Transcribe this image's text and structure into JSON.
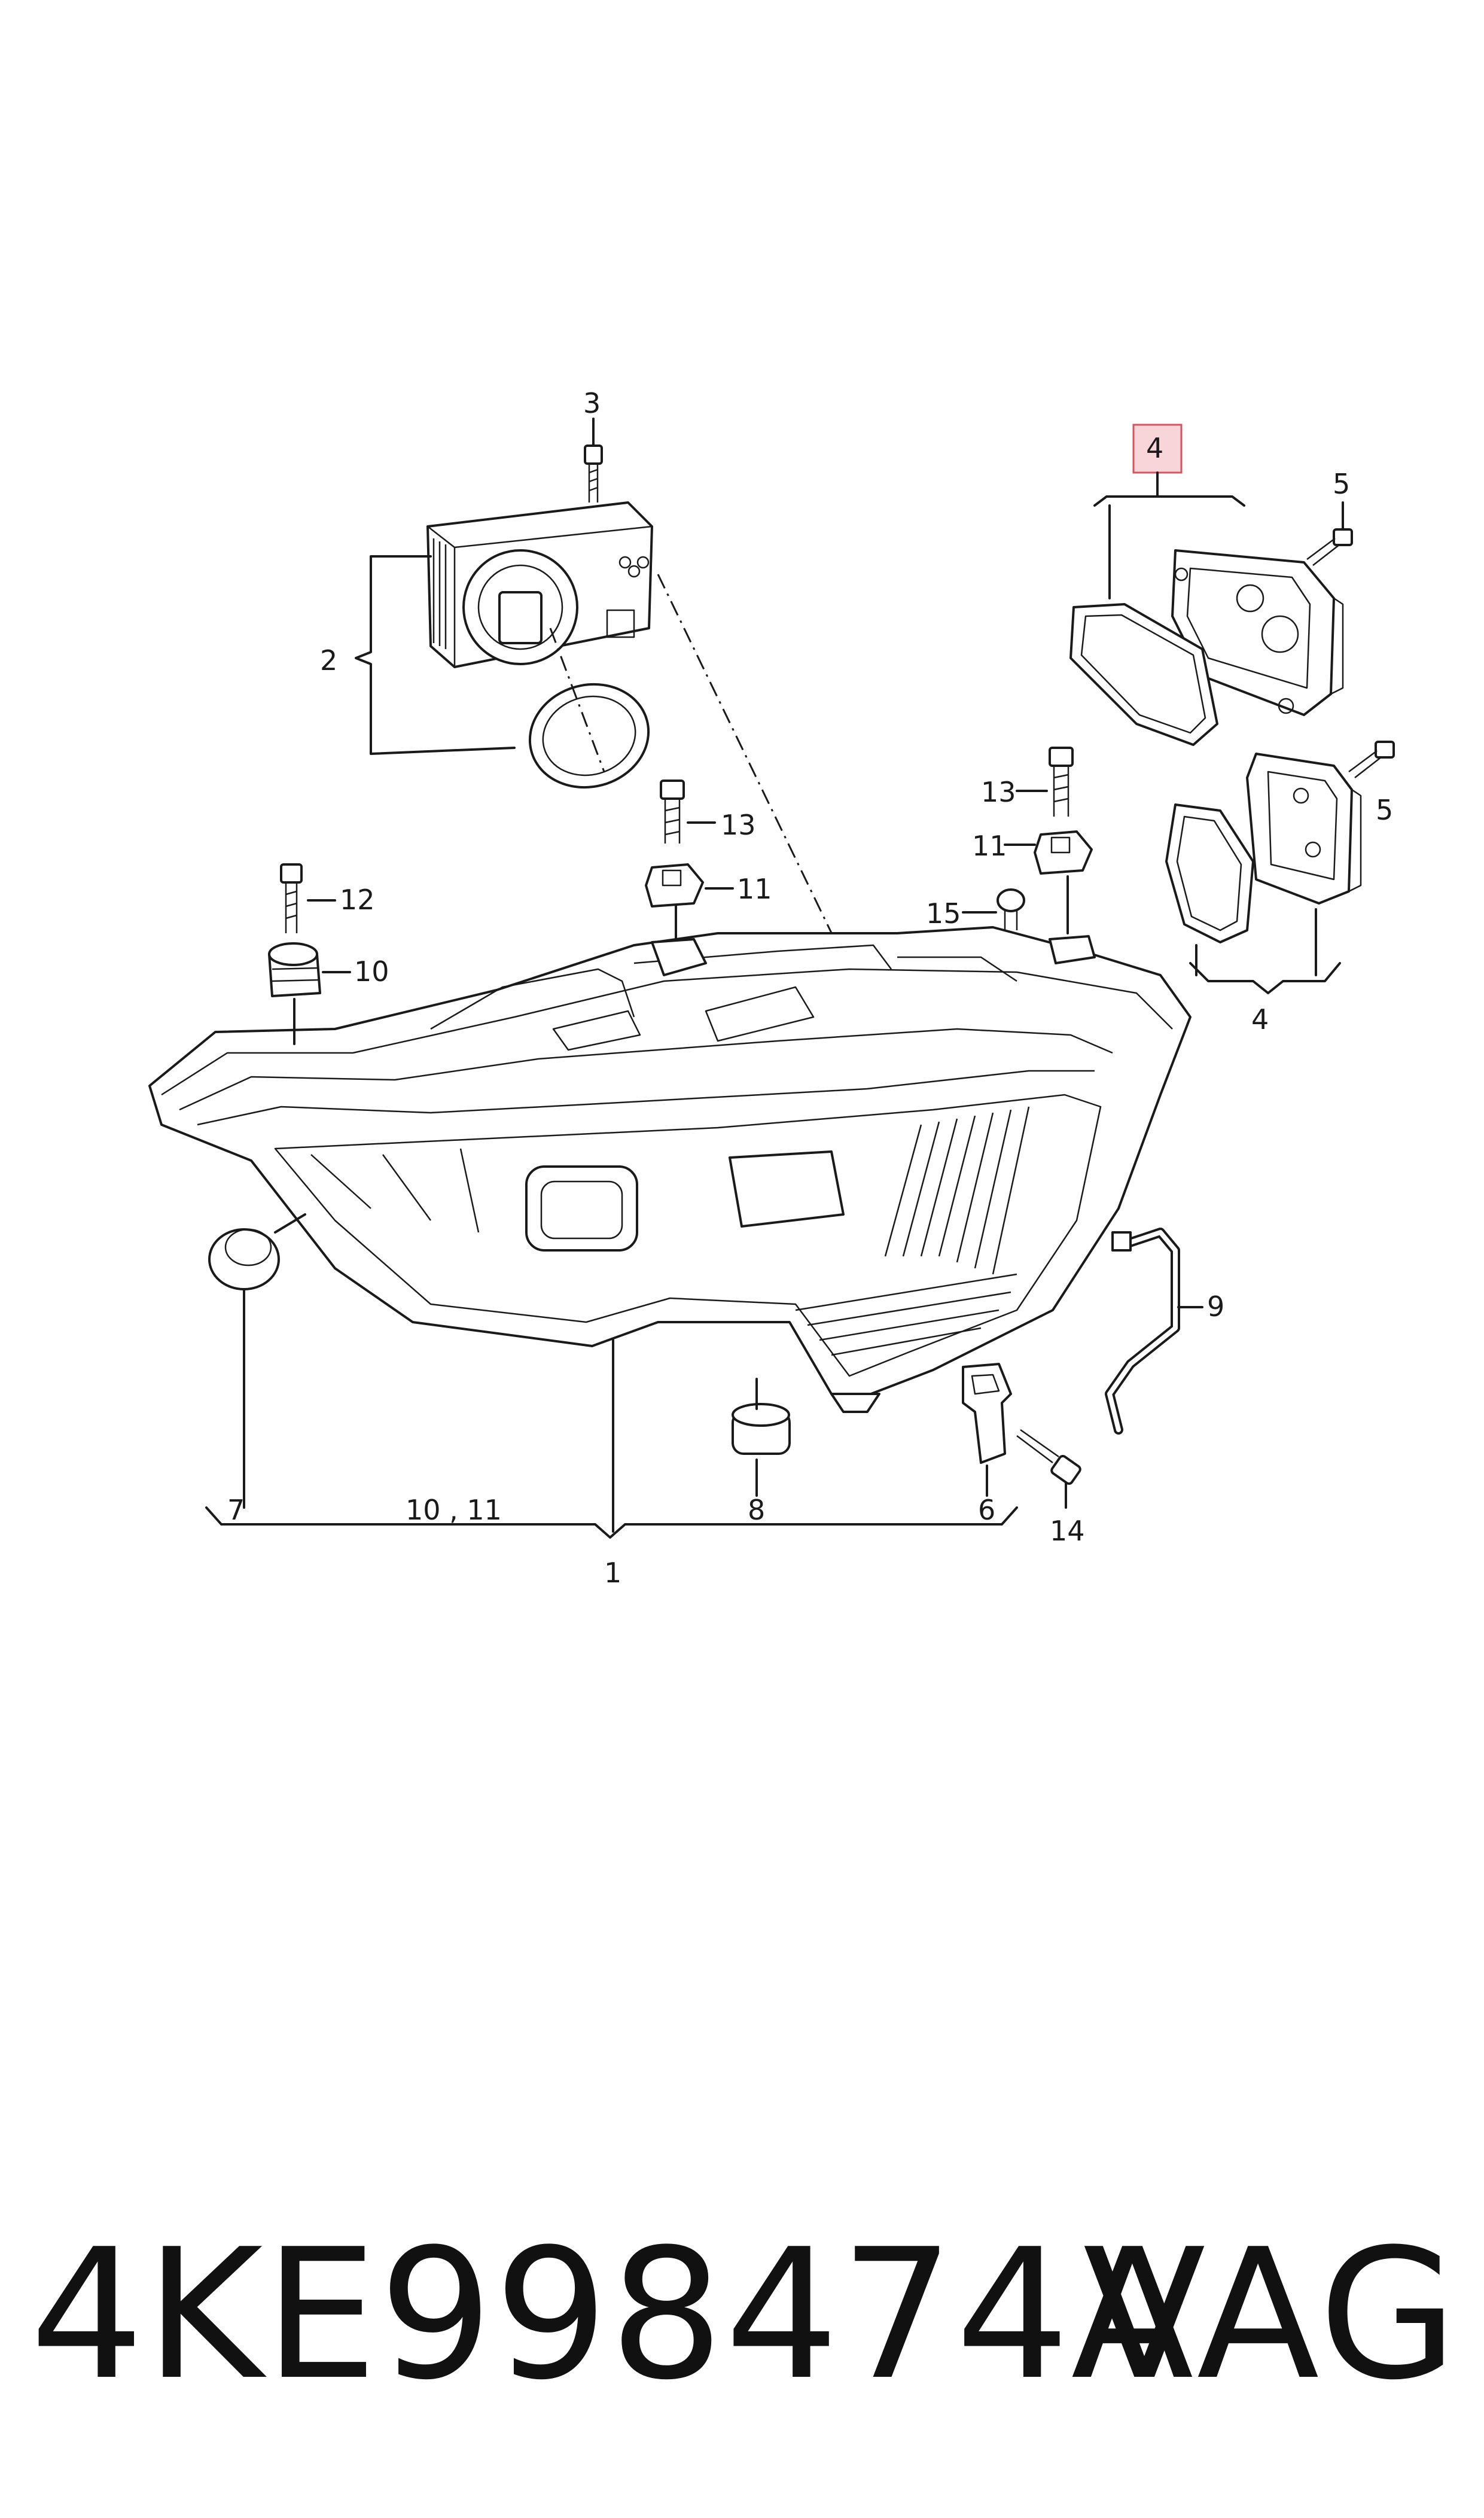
{
  "callouts": {
    "c1": "1",
    "c2": "2",
    "c3": "3",
    "c4_top": "4",
    "c4_bottom": "4",
    "c5_top": "5",
    "c5_mid": "5",
    "c6": "6",
    "c7": "7",
    "c8": "8",
    "c9": "9",
    "c10": "10",
    "c10_11": "10 , 11",
    "c11_left": "11",
    "c11_right": "11",
    "c12": "12",
    "c13_left": "13",
    "c13_right": "13",
    "c14": "14",
    "c15": "15"
  },
  "footer": {
    "part_number": "4KE998474A",
    "brand": "VAG"
  },
  "colors": {
    "highlight_fill": "#f7d5d9",
    "highlight_stroke": "#d9535f",
    "line": "#1a1a1a"
  }
}
